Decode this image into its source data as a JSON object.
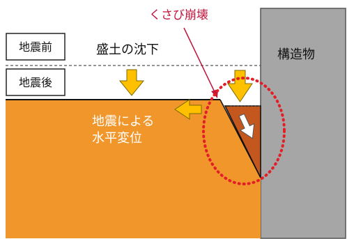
{
  "labels": {
    "before_quake": "地震前",
    "after_quake": "地震後",
    "embankment_settlement": "盛土の沈下",
    "wedge_collapse": "くさび崩壊",
    "structure": "構造物",
    "horizontal_disp_line1": "地震による",
    "horizontal_disp_line2": "水平変位"
  },
  "colors": {
    "embankment": "#f0962a",
    "wedge": "#c4571e",
    "structure": "#a6a6a6",
    "arrow_fill": "#ffc000",
    "arrow_stroke": "#7a6a00",
    "callout_text": "#c0143c",
    "dotted_circle": "#e21f26"
  }
}
